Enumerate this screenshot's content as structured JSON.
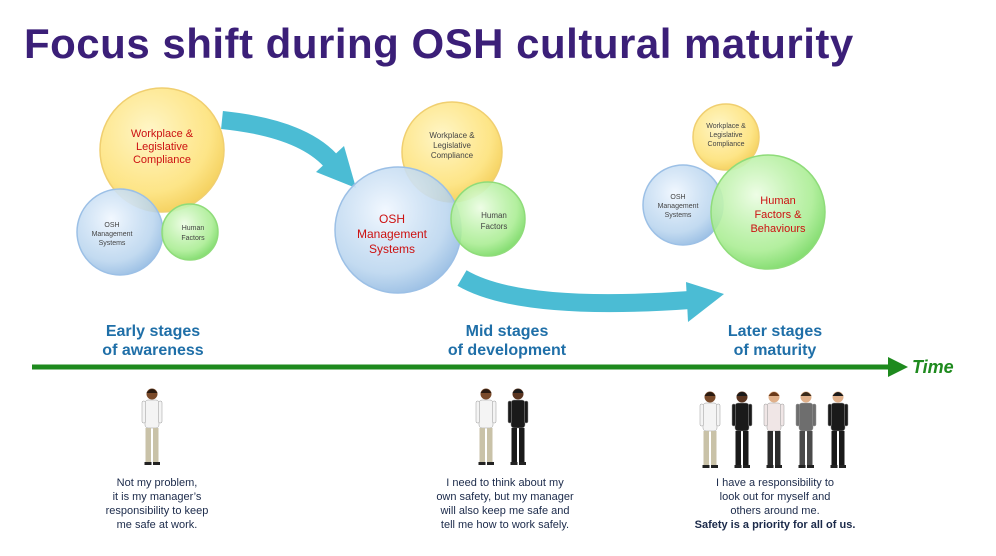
{
  "title": "Focus shift during OSH cultural maturity",
  "timeline": {
    "label": "Time"
  },
  "stages": [
    {
      "heading": [
        "Early stages",
        "of awareness"
      ],
      "circles": {
        "compliance": [
          "Workplace &",
          "Legislative",
          "Compliance"
        ],
        "systems": [
          "OSH",
          "Management",
          "Systems"
        ],
        "human": [
          "Human",
          "Factors"
        ]
      },
      "people_count": 1,
      "caption": [
        "Not my  problem,",
        "it is my manager’s",
        "responsibility to keep",
        "me safe at work."
      ]
    },
    {
      "heading": [
        "Mid stages",
        "of development"
      ],
      "circles": {
        "compliance": [
          "Workplace &",
          "Legislative",
          "Compliance"
        ],
        "systems": [
          "OSH",
          "Management",
          "Systems"
        ],
        "human": [
          "Human",
          "Factors"
        ]
      },
      "people_count": 2,
      "caption": [
        "I need to think about my",
        "own safety, but my  manager",
        "will also keep me safe and",
        "tell me how to work safely."
      ]
    },
    {
      "heading": [
        "Later stages",
        "of maturity"
      ],
      "circles": {
        "compliance": [
          "Workplace &",
          "Legislative",
          "Compliance"
        ],
        "systems": [
          "OSH",
          "Management",
          "Systems"
        ],
        "human": [
          "Human",
          "Factors &",
          "Behaviours"
        ]
      },
      "people_count": 5,
      "caption": [
        "I have a responsibility to",
        "look out for myself and",
        "others around me."
      ],
      "caption_emphasis": "Safety is a priority for all of us."
    }
  ],
  "colors": {
    "title": "#3b1f78",
    "stage_heading": "#1f6fa8",
    "timeline": "#1e8a1e",
    "arrow": "#4bbcd4",
    "compliance_fill": "#fde27a",
    "systems_fill": "#b8d4ee",
    "human_fill": "#a6ec8e",
    "emphasis_text": "#cc1111"
  }
}
